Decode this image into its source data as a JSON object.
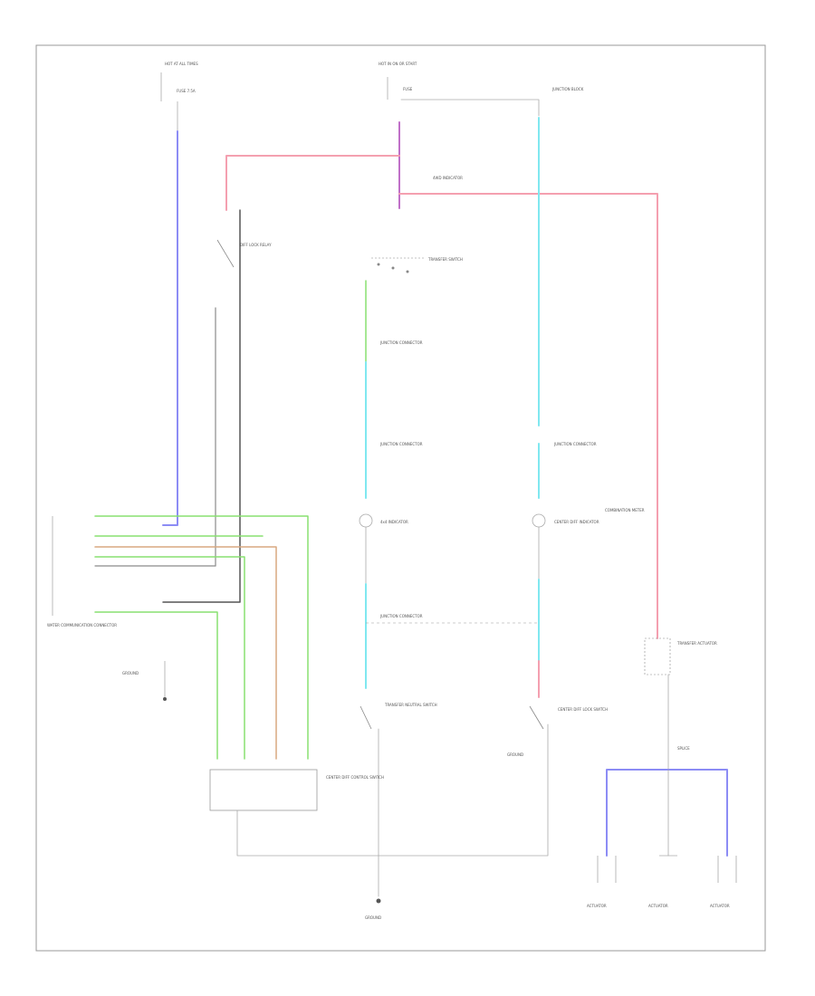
{
  "diagram": {
    "title": "",
    "labels": {
      "hot_top_left": "HOT AT ALL TIMES",
      "hot_top_center": "HOT IN ON OR START",
      "fuse_top_left": "FUSE 7.5A",
      "fuse_top_center": "FUSE",
      "junction_top_right": "JUNCTION BLOCK",
      "transfer_switch": "TRANSFER SWITCH",
      "4wd_indicator": "4WD INDICATOR",
      "diff_lock_relay": "DIFF LOCK RELAY",
      "junction_connector_1": "JUNCTION CONNECTOR",
      "junction_connector_2": "JUNCTION CONNECTOR",
      "junction_connector_3": "JUNCTION CONNECTOR",
      "junction_connector_4": "JUNCTION CONNECTOR",
      "4x4_indicator": "4x4 INDICATOR",
      "center_diff_indicator": "CENTER DIFF INDICATOR",
      "combination_meter": "COMBINATION METER",
      "meter_connector": "WATER COMMUNICATION CONNECTOR",
      "neutral_switch": "TRANSFER NEUTRAL SWITCH",
      "diff_lock_switch": "CENTER DIFF LOCK SWITCH",
      "transfer_actuator": "TRANSFER ACTUATOR",
      "diff_control_switch": "CENTER DIFF CONTROL SWITCH",
      "ground_main": "GROUND",
      "ground_right": "GROUND",
      "ground_splice": "SPLICE",
      "small_ground": "GROUND",
      "actuator_1": "ACTUATOR",
      "actuator_2": "ACTUATOR",
      "actuator_3": "ACTUATOR",
      "corner_tag": ""
    },
    "colors": {
      "blue": "#8c8cf5",
      "pink": "#f4a0b0",
      "violet": "#c070c8",
      "cyan": "#80e8f0",
      "green": "#88e070",
      "tan": "#d8a880",
      "gray": "#8a8a8a",
      "dark_gray": "#555555",
      "frame": "#999999"
    }
  }
}
